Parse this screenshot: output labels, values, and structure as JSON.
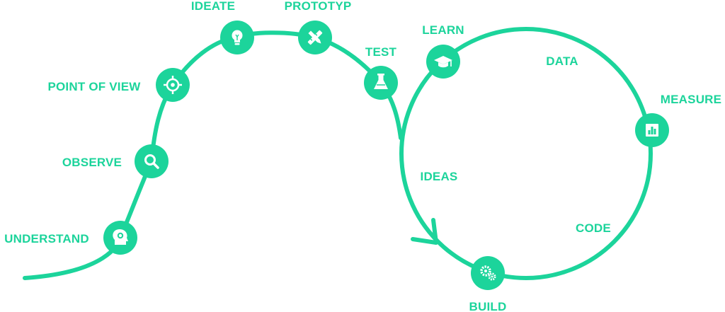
{
  "colors": {
    "accent": "#1cd49b",
    "icon_fg": "#ffffff",
    "background": "#ffffff"
  },
  "design_thinking": {
    "steps": [
      {
        "label": "UNDERSTAND",
        "icon": "head-gear-icon"
      },
      {
        "label": "OBSERVE",
        "icon": "magnifier-icon"
      },
      {
        "label": "POINT OF VIEW",
        "icon": "target-icon"
      },
      {
        "label": "IDEATE",
        "icon": "lightbulb-icon"
      },
      {
        "label": "PROTOTYP",
        "icon": "tools-icon"
      },
      {
        "label": "TEST",
        "icon": "flask-icon"
      }
    ]
  },
  "lean_loop": {
    "nodes": [
      {
        "label": "LEARN",
        "icon": "graduation-cap-icon"
      },
      {
        "label": "MEASURE",
        "icon": "bar-chart-icon"
      },
      {
        "label": "BUILD",
        "icon": "gears-icon"
      }
    ],
    "phases": {
      "data": "DATA",
      "code": "CODE",
      "ideas": "IDEAS"
    }
  }
}
